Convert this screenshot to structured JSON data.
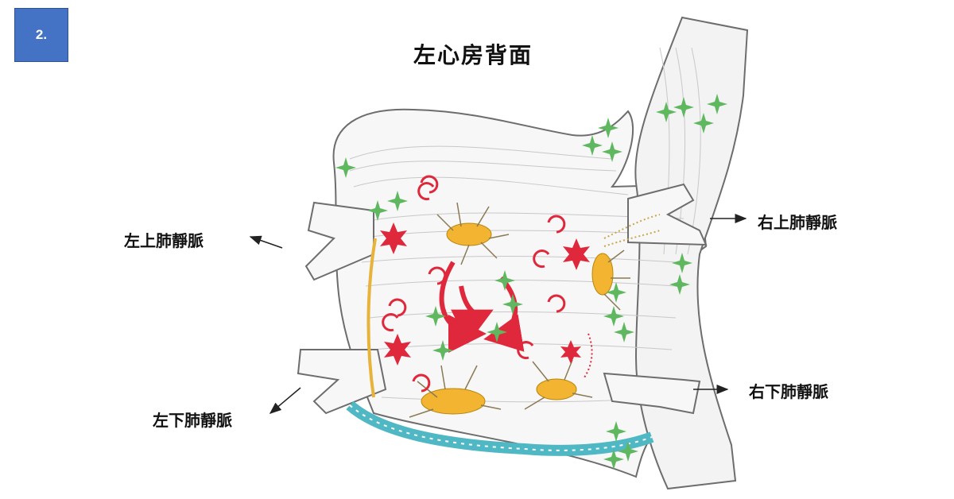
{
  "badge": {
    "label": "2."
  },
  "title": "左心房背面",
  "veins": {
    "left_upper": "左上肺靜脈",
    "left_lower": "左下肺靜脈",
    "right_upper": "右上肺靜脈",
    "right_lower": "右下肺靜脈"
  },
  "colors": {
    "badge": "#4472c4",
    "outline": "#6d6d6d",
    "red": "#e0283c",
    "green": "#5fb85f",
    "ganglion": "#f2b431",
    "teal": "#4fb8c4"
  }
}
